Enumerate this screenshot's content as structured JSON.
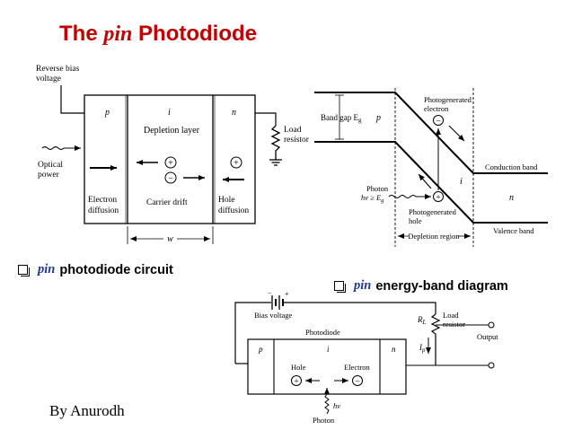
{
  "title": {
    "pre": "The ",
    "italic": "pin",
    "post": " Photodiode"
  },
  "bullets": {
    "circuit": {
      "italic": "pin",
      "text": "photodiode circuit"
    },
    "energy": {
      "italic": "pin",
      "text": "energy-band diagram"
    }
  },
  "author": "By Anurodh",
  "fig1": {
    "reverse_bias": [
      "Reverse bias",
      "voltage"
    ],
    "p": "p",
    "i": "i",
    "n": "n",
    "depletion_layer": "Depletion layer",
    "optical_power": [
      "Optical",
      "power"
    ],
    "electron_diffusion": [
      "Electron",
      "diffusion"
    ],
    "carrier_drift": "Carrier drift",
    "hole_diffusion": [
      "Hole",
      "diffusion"
    ],
    "load_resistor": [
      "Load",
      "resistor"
    ],
    "w": "w",
    "plus": "+",
    "minus": "−"
  },
  "fig2": {
    "band_gap": "Band gap E",
    "band_gap_sub": "g",
    "p": "p",
    "i": "i",
    "n": "n",
    "photo_electron": [
      "Photogenerated",
      "electron"
    ],
    "photo_hole": [
      "Photogenerated",
      "hole"
    ],
    "conduction_band": "Conduction band",
    "valence_band": "Valence band",
    "photon": [
      "Photon",
      "hν ≥ E"
    ],
    "photon_sub": "g",
    "depletion_region": "Depletion region"
  },
  "fig3": {
    "bias_voltage": "Bias voltage",
    "photodiode": "Photodiode",
    "p": "p",
    "i": "i",
    "n": "n",
    "hole": "Hole",
    "electron": "Electron",
    "hv": "hν",
    "photon": "Photon",
    "rl": "R",
    "rl_sub": "L",
    "load_resistor": [
      "Load",
      "resistor"
    ],
    "ip": "I",
    "ip_sub": "p",
    "output": "Output",
    "plus": "+",
    "minus": "−"
  }
}
